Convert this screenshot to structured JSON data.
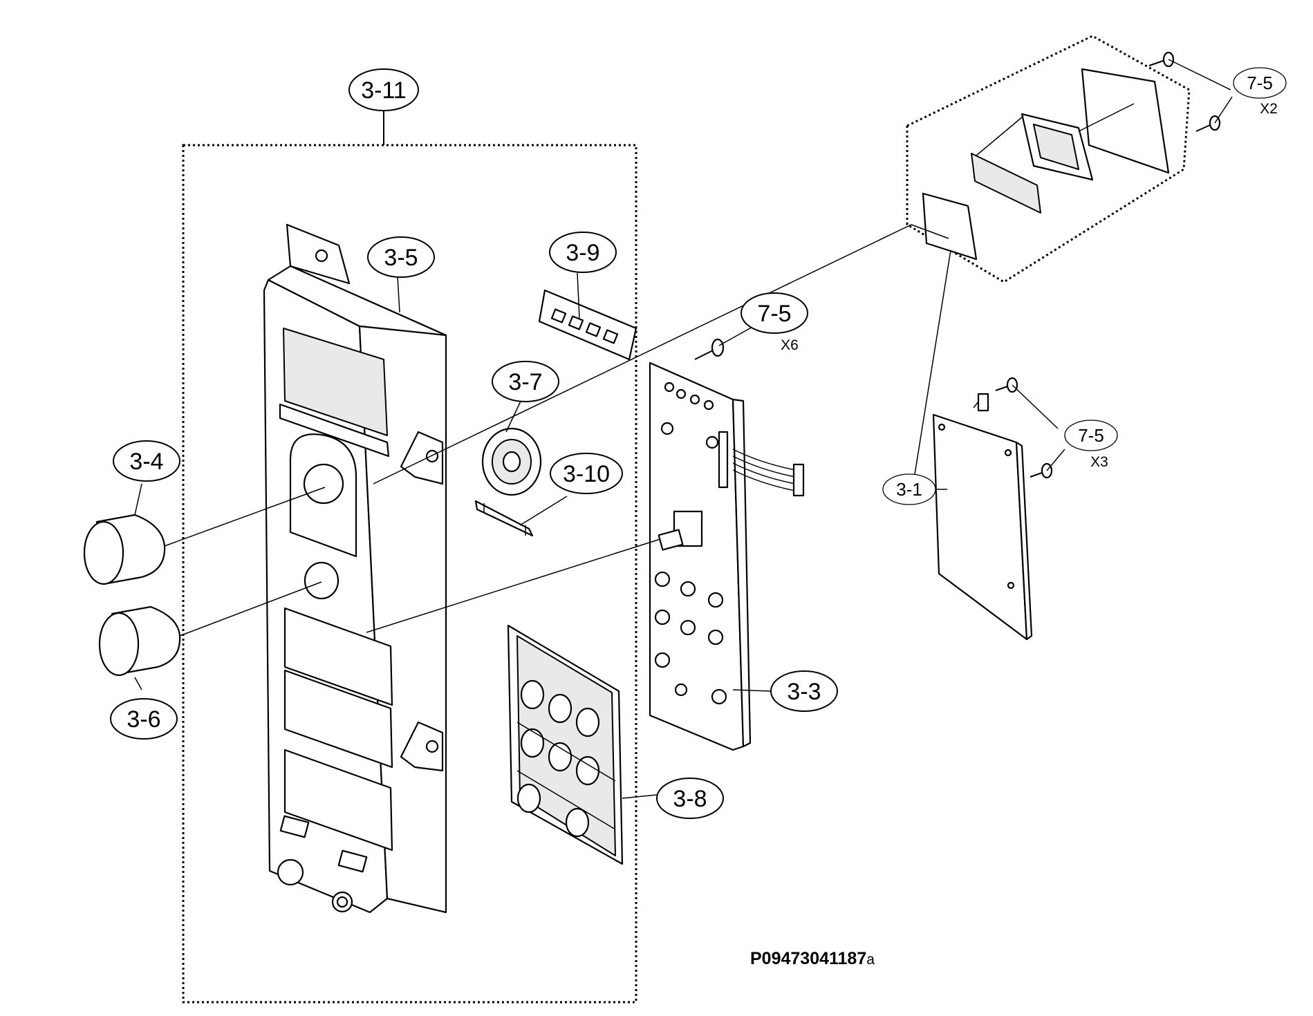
{
  "diagram": {
    "type": "exploded-parts-view",
    "document_code": "P09473041187",
    "document_code_suffix": "a",
    "callouts": [
      {
        "id": "c-3-11",
        "label": "3-11"
      },
      {
        "id": "c-3-5",
        "label": "3-5"
      },
      {
        "id": "c-3-9",
        "label": "3-9"
      },
      {
        "id": "c-3-7",
        "label": "3-7"
      },
      {
        "id": "c-3-10",
        "label": "3-10"
      },
      {
        "id": "c-3-4",
        "label": "3-4"
      },
      {
        "id": "c-3-6",
        "label": "3-6"
      },
      {
        "id": "c-3-8",
        "label": "3-8"
      },
      {
        "id": "c-3-3",
        "label": "3-3"
      },
      {
        "id": "c-7-5-a",
        "label": "7-5",
        "qty": "X6"
      },
      {
        "id": "c-7-5-b",
        "label": "7-5",
        "qty": "X2"
      },
      {
        "id": "c-7-5-c",
        "label": "7-5",
        "qty": "X3"
      },
      {
        "id": "c-3-1",
        "label": "3-1"
      }
    ]
  }
}
